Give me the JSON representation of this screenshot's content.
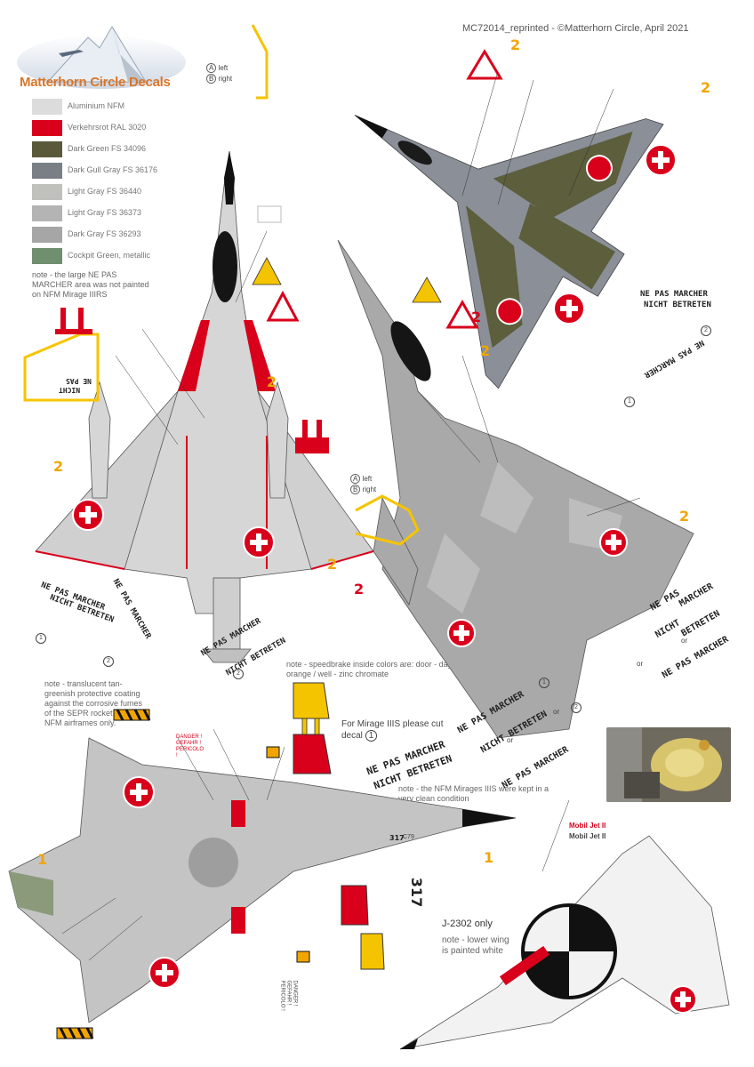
{
  "header": {
    "copyright": "MC72014_reprinted - ©Matterhorn Circle, April 2021"
  },
  "brand": {
    "name": "Matterhorn Circle Decals"
  },
  "legend": [
    {
      "label": "Aluminium NFM",
      "color": "#dcdcdc"
    },
    {
      "label": "Verkehrsrot RAL 3020",
      "color": "#d9001b"
    },
    {
      "label": "Dark Green FS 34096",
      "color": "#5a5a3a"
    },
    {
      "label": "Dark Gull Gray FS 36176",
      "color": "#7a7f86"
    },
    {
      "label": "Light Gray FS 36440",
      "color": "#c0c0bc"
    },
    {
      "label": "Light Gray FS 36373",
      "color": "#b4b4b4"
    },
    {
      "label": "Dark Gray FS 36293",
      "color": "#a6a6a6"
    },
    {
      "label": "Cockpit Green, metallic",
      "color": "#6f8f6e"
    }
  ],
  "notes": {
    "nfm_marcher": "note - the large NE PAS MARCHER area was not painted on NFM Mirage IIIRS",
    "speedbrake": "note - speedbrake inside colors are: door - dayglo orange / well - zinc chromate",
    "coating": "note - translucent tan-greenish protective coating against the corrosive fumes of the SEPR rocket engine. NFM airframes only.",
    "mirage_iiis_cut": "For Mirage IIIS please cut decal",
    "clean_condition": "note - the NFM Mirages IIIS were kept in a very clean condition",
    "j2302_only": "J-2302 only",
    "lower_wing": "note - lower wing is painted white"
  },
  "keys": {
    "a_left": "left",
    "b_right": "right",
    "a": "A",
    "b": "B"
  },
  "stencils": {
    "ne_pas_marcher": "NE PAS MARCHER",
    "nicht_betreten": "NICHT BETRETEN",
    "ne_pas": "NE PAS",
    "marcher": "MARCHER",
    "nicht": "NICHT",
    "betreten": "BETRETEN",
    "or": "or",
    "mobil_jet_red": "Mobil Jet II",
    "mobil_jet_black": "Mobil Jet II",
    "serial": "317",
    "c79": "C79",
    "danger_red": "DANGER ! GEFAHR ! PERICOLO !",
    "danger_black": "DANGER ! GEFAHR ! PERICOLO !"
  },
  "callouts": [
    "1",
    "2"
  ],
  "colors": {
    "red": "#d9001b",
    "orange": "#f0a500",
    "yellow": "#f5c400",
    "silver": "#d6d6d6",
    "gray": "#a9a9a9",
    "green": "#5c5e3c",
    "blue_gray": "#8a8f98",
    "black": "#111111"
  }
}
